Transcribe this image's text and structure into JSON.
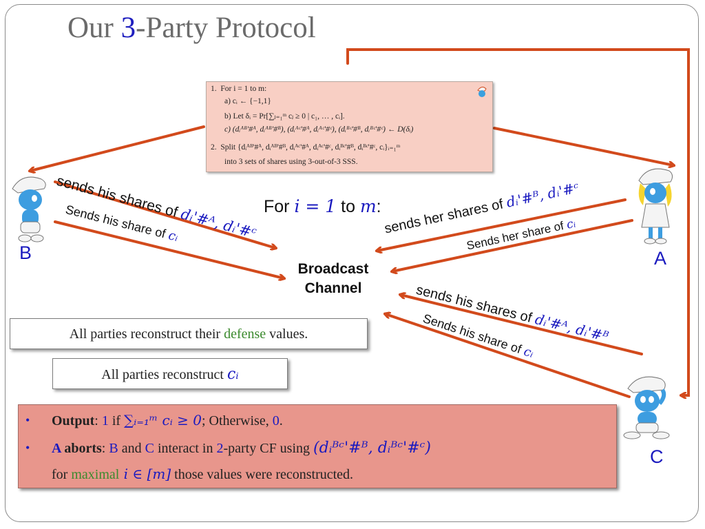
{
  "title": {
    "prefix": "Our ",
    "number": "3",
    "suffix": "-Party Protocol"
  },
  "algorithm": {
    "line1_num": "1.",
    "line1_text": "For i = 1 to m:",
    "line_a": "a)   cᵢ ← {−1,1}",
    "line_b": "b)   Let δᵢ = Pr[∑ⱼ₌₁ᵐ cⱼ ≥ 0 | c₁, … , cᵢ].",
    "line_c": "c)  (dᵢᴬᴮ'#ᴬ, dᵢᴬᴮ'#ᴮ), (dᵢᴬᶜ'#ᴬ, dᵢᴬᶜ'#ᶜ), (dᵢᴮᶜ'#ᴮ, dᵢᴮᶜ'#ᶜ) ← D(δᵢ)",
    "line2_num": "2.",
    "line2_text": "Split {dᵢᴬᴮ'#ᴬ, dᵢᴬᴮ'#ᴮ, dᵢᴬᶜ'#ᴬ, dᵢᴬᶜ'#ᶜ, dᵢᴮᶜ'#ᴮ, dᵢᴮᶜ'#ᶜ, cᵢ}ᵢ₌₁ᵐ",
    "line3_text": "into 3 sets of shares using 3-out-of-3 SSS."
  },
  "for_line": {
    "prefix": "For ",
    "math": "i = 1",
    "mid": " to ",
    "m": "m",
    "suffix": ":"
  },
  "broadcast": {
    "line1": "Broadcast",
    "line2": "Channel"
  },
  "parties": {
    "A": "A",
    "B": "B",
    "C": "C"
  },
  "labels": {
    "b_shares": "sends his shares of",
    "b_shares_math": "dᵢ'#ᴬ, dᵢ'#ᶜ",
    "b_share": "Sends his share of",
    "b_share_math": "cᵢ",
    "a_shares": "sends her shares of",
    "a_shares_math": "dᵢ'#ᴮ, dᵢ'#ᶜ",
    "a_share": "Sends her share of",
    "a_share_math": "cᵢ",
    "c_shares": "sends his shares of",
    "c_shares_math": "dᵢ'#ᴬ, dᵢ'#ᴮ",
    "c_share": "Sends his share of",
    "c_share_math": "cᵢ"
  },
  "reconstruct": {
    "defense_prefix": "All parties reconstruct their ",
    "defense_word": "defense",
    "defense_suffix": " values.",
    "c_prefix": "All parties reconstruct ",
    "c_math": "cᵢ"
  },
  "output": {
    "bullet1_bold": "Output",
    "bullet1_colon": ": ",
    "bullet1_one": "1",
    "bullet1_if": " if ",
    "bullet1_math": "∑ᵢ₌₁ᵐ cᵢ ≥ 0",
    "bullet1_otherwise": "; Otherwise, ",
    "bullet1_zero": "0",
    "bullet1_end": ".",
    "bullet2_a": "A",
    "bullet2_aborts": " aborts",
    "bullet2_colon": ": ",
    "bullet2_b": "B",
    "bullet2_and": " and ",
    "bullet2_c": "C",
    "bullet2_interact": " interact in ",
    "bullet2_two": "2",
    "bullet2_rest": "-party CF using ",
    "bullet2_math": "(dᵢᴮᶜ'#ᴮ, dᵢᴮᶜ'#ᶜ)",
    "line3_for": "for ",
    "line3_maximal": "maximal",
    "line3_math": " i ∈ [m]",
    "line3_rest": " those values were reconstructed."
  },
  "colors": {
    "arrow": "#d24a1c",
    "blue_text": "#1a1abf",
    "green_text": "#3b8a2e",
    "output_bg": "#e8968c",
    "algo_bg": "#f8cfc4"
  }
}
